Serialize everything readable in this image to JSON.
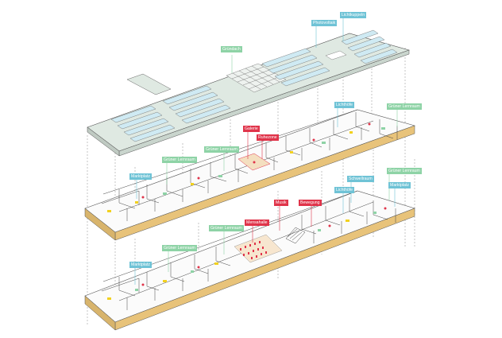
{
  "colors": {
    "green": "#8ed3a6",
    "blue": "#6fc3d6",
    "red": "#e0344a",
    "roof": "#dfe9e2",
    "skylight": "#cfeaf3",
    "wall": "#444444",
    "floor_wood": "#e8c37a",
    "chair_red": "#e0344a",
    "chair_yellow": "#f2d11f"
  },
  "roof": {
    "labels": [
      {
        "id": "gruendach",
        "text": "Gründach",
        "color": "green"
      },
      {
        "id": "photovoltaik",
        "text": "Photovoltaik",
        "color": "blue"
      },
      {
        "id": "lichtkuppeln",
        "text": "Lichtkuppeln",
        "color": "blue"
      }
    ]
  },
  "upper_floor": {
    "labels": [
      {
        "id": "galerie",
        "text": "Galerie",
        "color": "red"
      },
      {
        "id": "ruhezone",
        "text": "Ruhezone",
        "color": "red"
      },
      {
        "id": "lichthoefe",
        "text": "Lichthöfe",
        "color": "blue"
      },
      {
        "id": "gruener-lernraum-upper-right",
        "text": "Grüner Lernraum",
        "color": "green"
      },
      {
        "id": "gruener-lernraum-upper-mid",
        "text": "Grüner Lernraum",
        "color": "green"
      },
      {
        "id": "gruener-lernraum-upper-left",
        "text": "Grüner Lernraum",
        "color": "green"
      },
      {
        "id": "marktplatz-upper",
        "text": "Marktplatz",
        "color": "blue"
      }
    ]
  },
  "lower_floor": {
    "labels": [
      {
        "id": "gruener-lernraum-lower-right",
        "text": "Grüner Lernraum",
        "color": "green"
      },
      {
        "id": "schwellraum",
        "text": "Schwellraum",
        "color": "blue"
      },
      {
        "id": "lichthoefe-lower",
        "text": "Lichthöfe",
        "color": "blue"
      },
      {
        "id": "marktplatz-lower-right",
        "text": "Marktplatz",
        "color": "blue"
      },
      {
        "id": "bewegung",
        "text": "Bewegung",
        "color": "red"
      },
      {
        "id": "musik",
        "text": "Musik",
        "color": "red"
      },
      {
        "id": "mensahalle",
        "text": "Mensahalle",
        "color": "red"
      },
      {
        "id": "gruener-lernraum-lower-mid",
        "text": "Grüner Lernraum",
        "color": "green"
      },
      {
        "id": "gruener-lernraum-lower-left",
        "text": "Grüner Lernraum",
        "color": "green"
      },
      {
        "id": "marktplatz-lower-left",
        "text": "Marktplatz",
        "color": "blue"
      }
    ]
  }
}
